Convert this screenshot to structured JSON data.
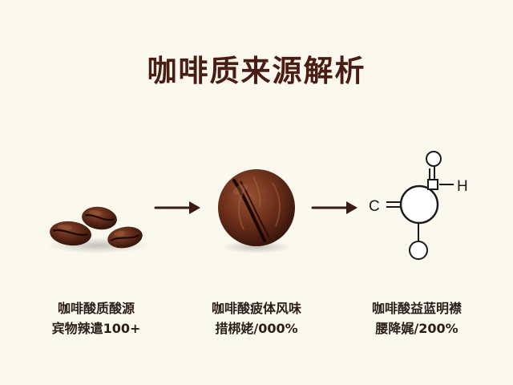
{
  "title": "咖啡质来源解析",
  "stages": [
    {
      "line1": "咖啡酸质酸源",
      "line2": "宾物辣遣100+",
      "icon": "coffee-beans-group-icon"
    },
    {
      "line1": "咖啡酸疲体风味",
      "line2": "措梆姥/000%",
      "icon": "roasted-coffee-bean-icon"
    },
    {
      "line1": "咖啡酸益蓝明襟",
      "line2": "腰降娓/200%",
      "icon": "molecule-structure-icon"
    }
  ],
  "molecule": {
    "left_atom": "C",
    "right_atom": "H"
  },
  "colors": {
    "background": "#fbf8ee",
    "title": "#4a1d14",
    "bean_dark": "#3b1a10",
    "bean_mid": "#6e3220",
    "arrow": "#3a1a12",
    "line": "#1a1a1a"
  }
}
